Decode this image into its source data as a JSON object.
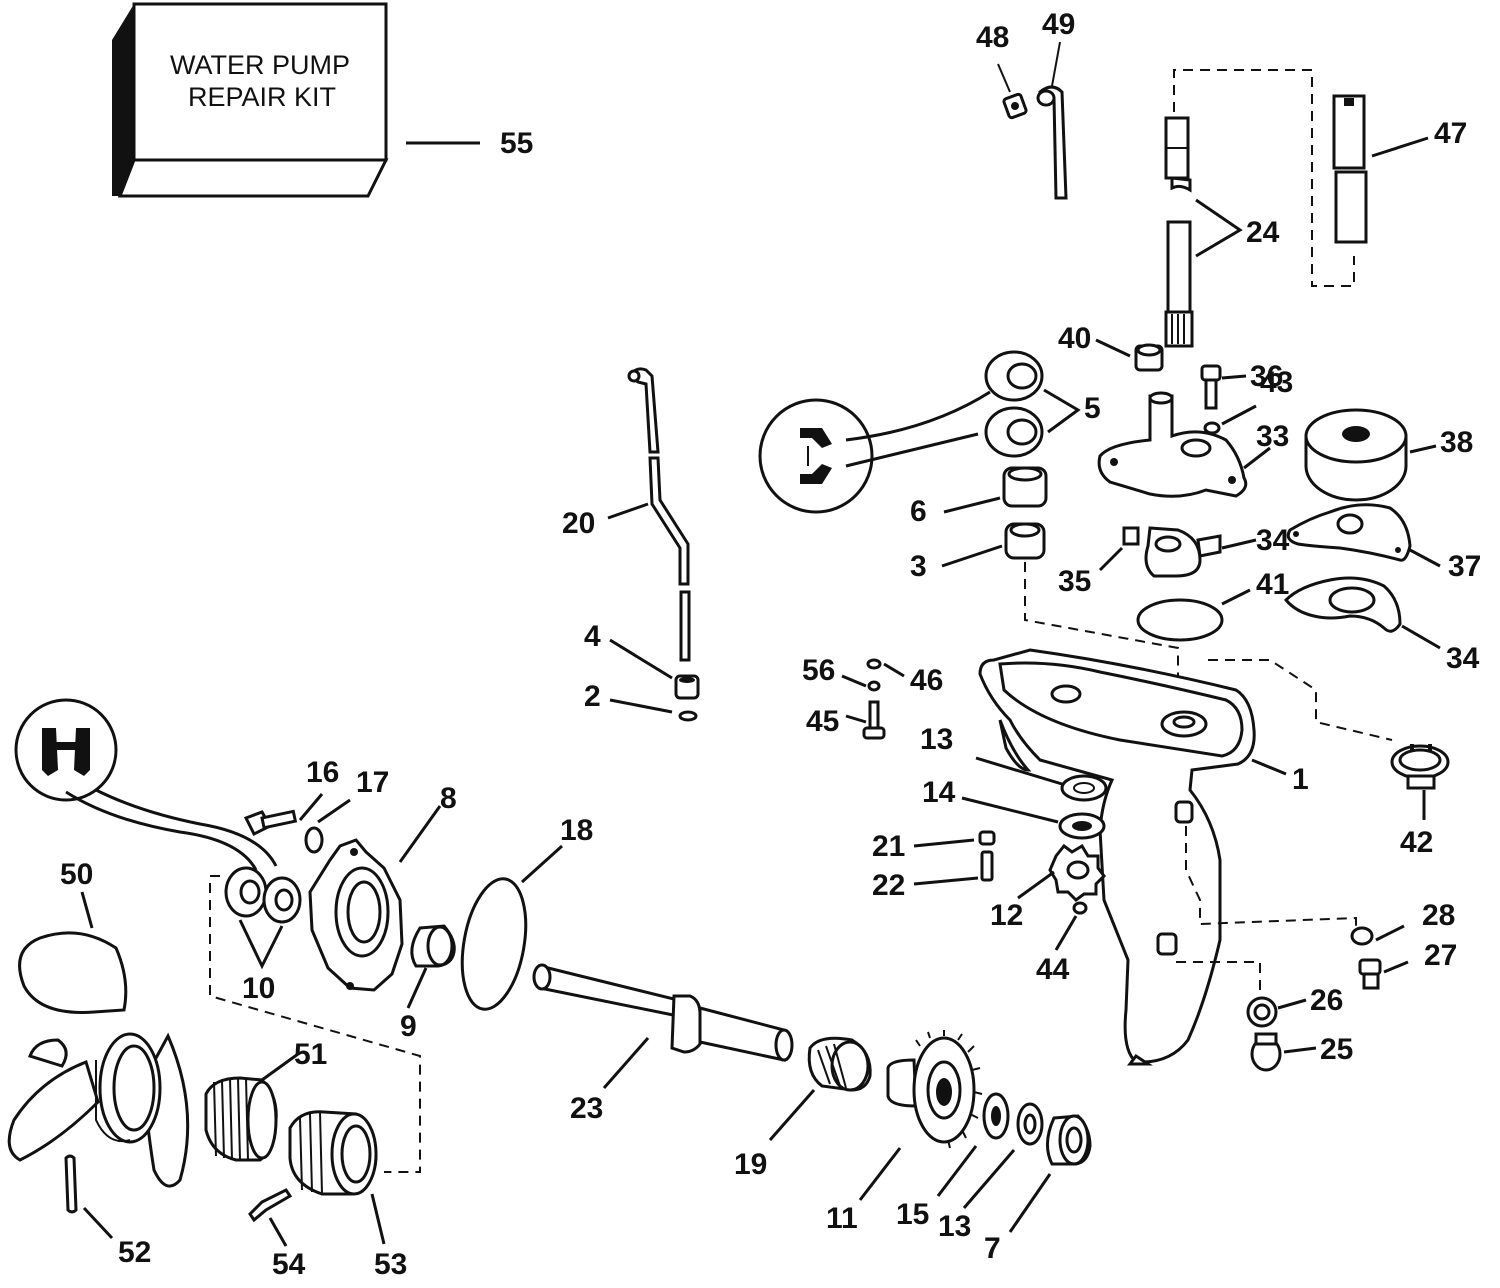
{
  "kit": {
    "line1": "WATER PUMP",
    "line2": "REPAIR KIT"
  },
  "callouts": [
    {
      "id": "c55",
      "text": "55"
    },
    {
      "id": "c48",
      "text": "48"
    },
    {
      "id": "c49",
      "text": "49"
    },
    {
      "id": "c47",
      "text": "47"
    },
    {
      "id": "c24",
      "text": "24"
    },
    {
      "id": "c40",
      "text": "40"
    },
    {
      "id": "c36",
      "text": "36"
    },
    {
      "id": "c43",
      "text": "43"
    },
    {
      "id": "c5",
      "text": "5"
    },
    {
      "id": "c33",
      "text": "33"
    },
    {
      "id": "c38",
      "text": "38"
    },
    {
      "id": "c6",
      "text": "6"
    },
    {
      "id": "c3",
      "text": "3"
    },
    {
      "id": "c34a",
      "text": "34"
    },
    {
      "id": "c37",
      "text": "37"
    },
    {
      "id": "c35",
      "text": "35"
    },
    {
      "id": "c41",
      "text": "41"
    },
    {
      "id": "c34b",
      "text": "34"
    },
    {
      "id": "c20",
      "text": "20"
    },
    {
      "id": "c4",
      "text": "4"
    },
    {
      "id": "c2",
      "text": "2"
    },
    {
      "id": "c56",
      "text": "56"
    },
    {
      "id": "c46",
      "text": "46"
    },
    {
      "id": "c45",
      "text": "45"
    },
    {
      "id": "c13a",
      "text": "13"
    },
    {
      "id": "c1",
      "text": "1"
    },
    {
      "id": "c42",
      "text": "42"
    },
    {
      "id": "c14",
      "text": "14"
    },
    {
      "id": "c21",
      "text": "21"
    },
    {
      "id": "c22",
      "text": "22"
    },
    {
      "id": "c12",
      "text": "12"
    },
    {
      "id": "c44",
      "text": "44"
    },
    {
      "id": "c28",
      "text": "28"
    },
    {
      "id": "c27",
      "text": "27"
    },
    {
      "id": "c26",
      "text": "26"
    },
    {
      "id": "c25",
      "text": "25"
    },
    {
      "id": "c16",
      "text": "16"
    },
    {
      "id": "c17",
      "text": "17"
    },
    {
      "id": "c8",
      "text": "8"
    },
    {
      "id": "c18",
      "text": "18"
    },
    {
      "id": "c50",
      "text": "50"
    },
    {
      "id": "c10",
      "text": "10"
    },
    {
      "id": "c9",
      "text": "9"
    },
    {
      "id": "c51",
      "text": "51"
    },
    {
      "id": "c23",
      "text": "23"
    },
    {
      "id": "c19",
      "text": "19"
    },
    {
      "id": "c11",
      "text": "11"
    },
    {
      "id": "c15",
      "text": "15"
    },
    {
      "id": "c13b",
      "text": "13"
    },
    {
      "id": "c7",
      "text": "7"
    },
    {
      "id": "c52",
      "text": "52"
    },
    {
      "id": "c54",
      "text": "54"
    },
    {
      "id": "c53",
      "text": "53"
    }
  ]
}
